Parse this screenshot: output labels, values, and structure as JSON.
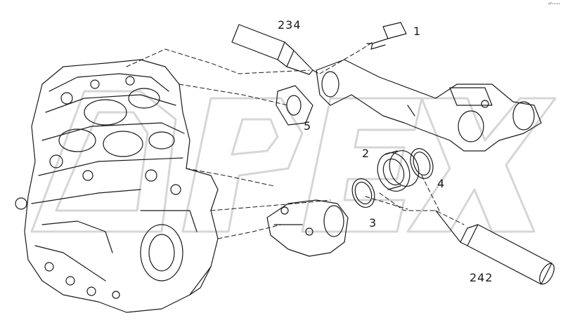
{
  "diagram": {
    "callouts": [
      {
        "id": "c234",
        "text": "234"
      },
      {
        "id": "c1",
        "text": "1"
      },
      {
        "id": "c5",
        "text": "5"
      },
      {
        "id": "c2",
        "text": "2"
      },
      {
        "id": "c4",
        "text": "4"
      },
      {
        "id": "c3",
        "text": "3"
      },
      {
        "id": "c242",
        "text": "242"
      }
    ],
    "watermark": "OPEX",
    "corner_mark": "•P••••",
    "colors": {
      "line": "#1a1a1a",
      "watermark_stroke": "#d9d9d9",
      "background": "#ffffff"
    }
  }
}
